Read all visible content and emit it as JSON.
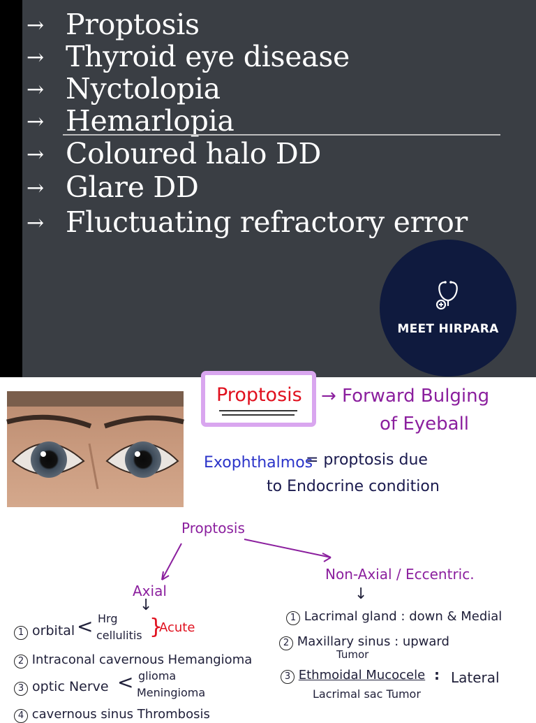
{
  "slide": {
    "bullets": [
      {
        "arrow": "→",
        "text": "Proptosis"
      },
      {
        "arrow": "→",
        "text": "Thyroid eye disease"
      },
      {
        "arrow": "→",
        "text": "Nyctolopia"
      },
      {
        "arrow": "→",
        "text": "Hemarlopia"
      },
      {
        "arrow": "→",
        "text": "Coloured halo DD"
      },
      {
        "arrow": "→",
        "text": "Glare DD"
      },
      {
        "arrow": "→",
        "text": "Fluctuating refractory error"
      }
    ],
    "logo_text": "MEET HIRPARA"
  },
  "notes": {
    "heading_word": "Proptosis",
    "definition_line1": "→ Forward Bulging",
    "definition_line2": "of Eyeball",
    "exophthalmos_term": "Exophthalmos",
    "exophthalmos_line1": "= proptosis due",
    "exophthalmos_line2": "to Endocrine condition",
    "tree_root": "Proptosis",
    "axial_label": "Axial",
    "non_axial_label": "Non-Axial / Eccentric.",
    "down_arrow": "↓",
    "axial_items": [
      {
        "num": "1",
        "text": "orbital"
      },
      {
        "num": "2",
        "text": "Intraconal cavernous Hemangioma"
      },
      {
        "num": "3",
        "text": "optic Nerve"
      },
      {
        "num": "4",
        "text": "cavernous sinus Thrombosis"
      }
    ],
    "orbital_sub1": "Hrg",
    "orbital_sub2": "cellulitis",
    "acute_label": "Acute",
    "optic_sub1": "glioma",
    "optic_sub2": "Meningioma",
    "nonaxial_items": [
      {
        "num": "1",
        "text": "Lacrimal gland",
        "note": ": down & Medial"
      },
      {
        "num": "2",
        "text": "Maxillary sinus",
        "note": ": upward"
      },
      {
        "num": "3",
        "text": "Ethmoidal Mucocele",
        "note": "Lateral"
      }
    ],
    "maxillary_sub": "Tumor",
    "ethmoid_sub": "Lacrimal sac Tumor"
  }
}
